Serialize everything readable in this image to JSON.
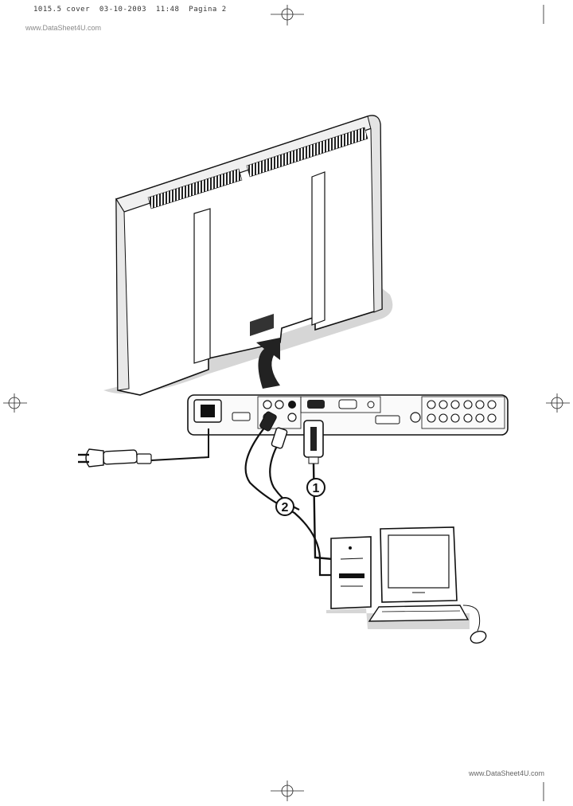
{
  "header": {
    "print_slug": "1015.5 cover  03-10-2003  11:48  Pagina 2"
  },
  "watermarks": {
    "top": "www.DataSheet4U.com",
    "bottom": "www.DataSheet4U.com"
  },
  "callouts": {
    "one": "1",
    "two": "2"
  }
}
